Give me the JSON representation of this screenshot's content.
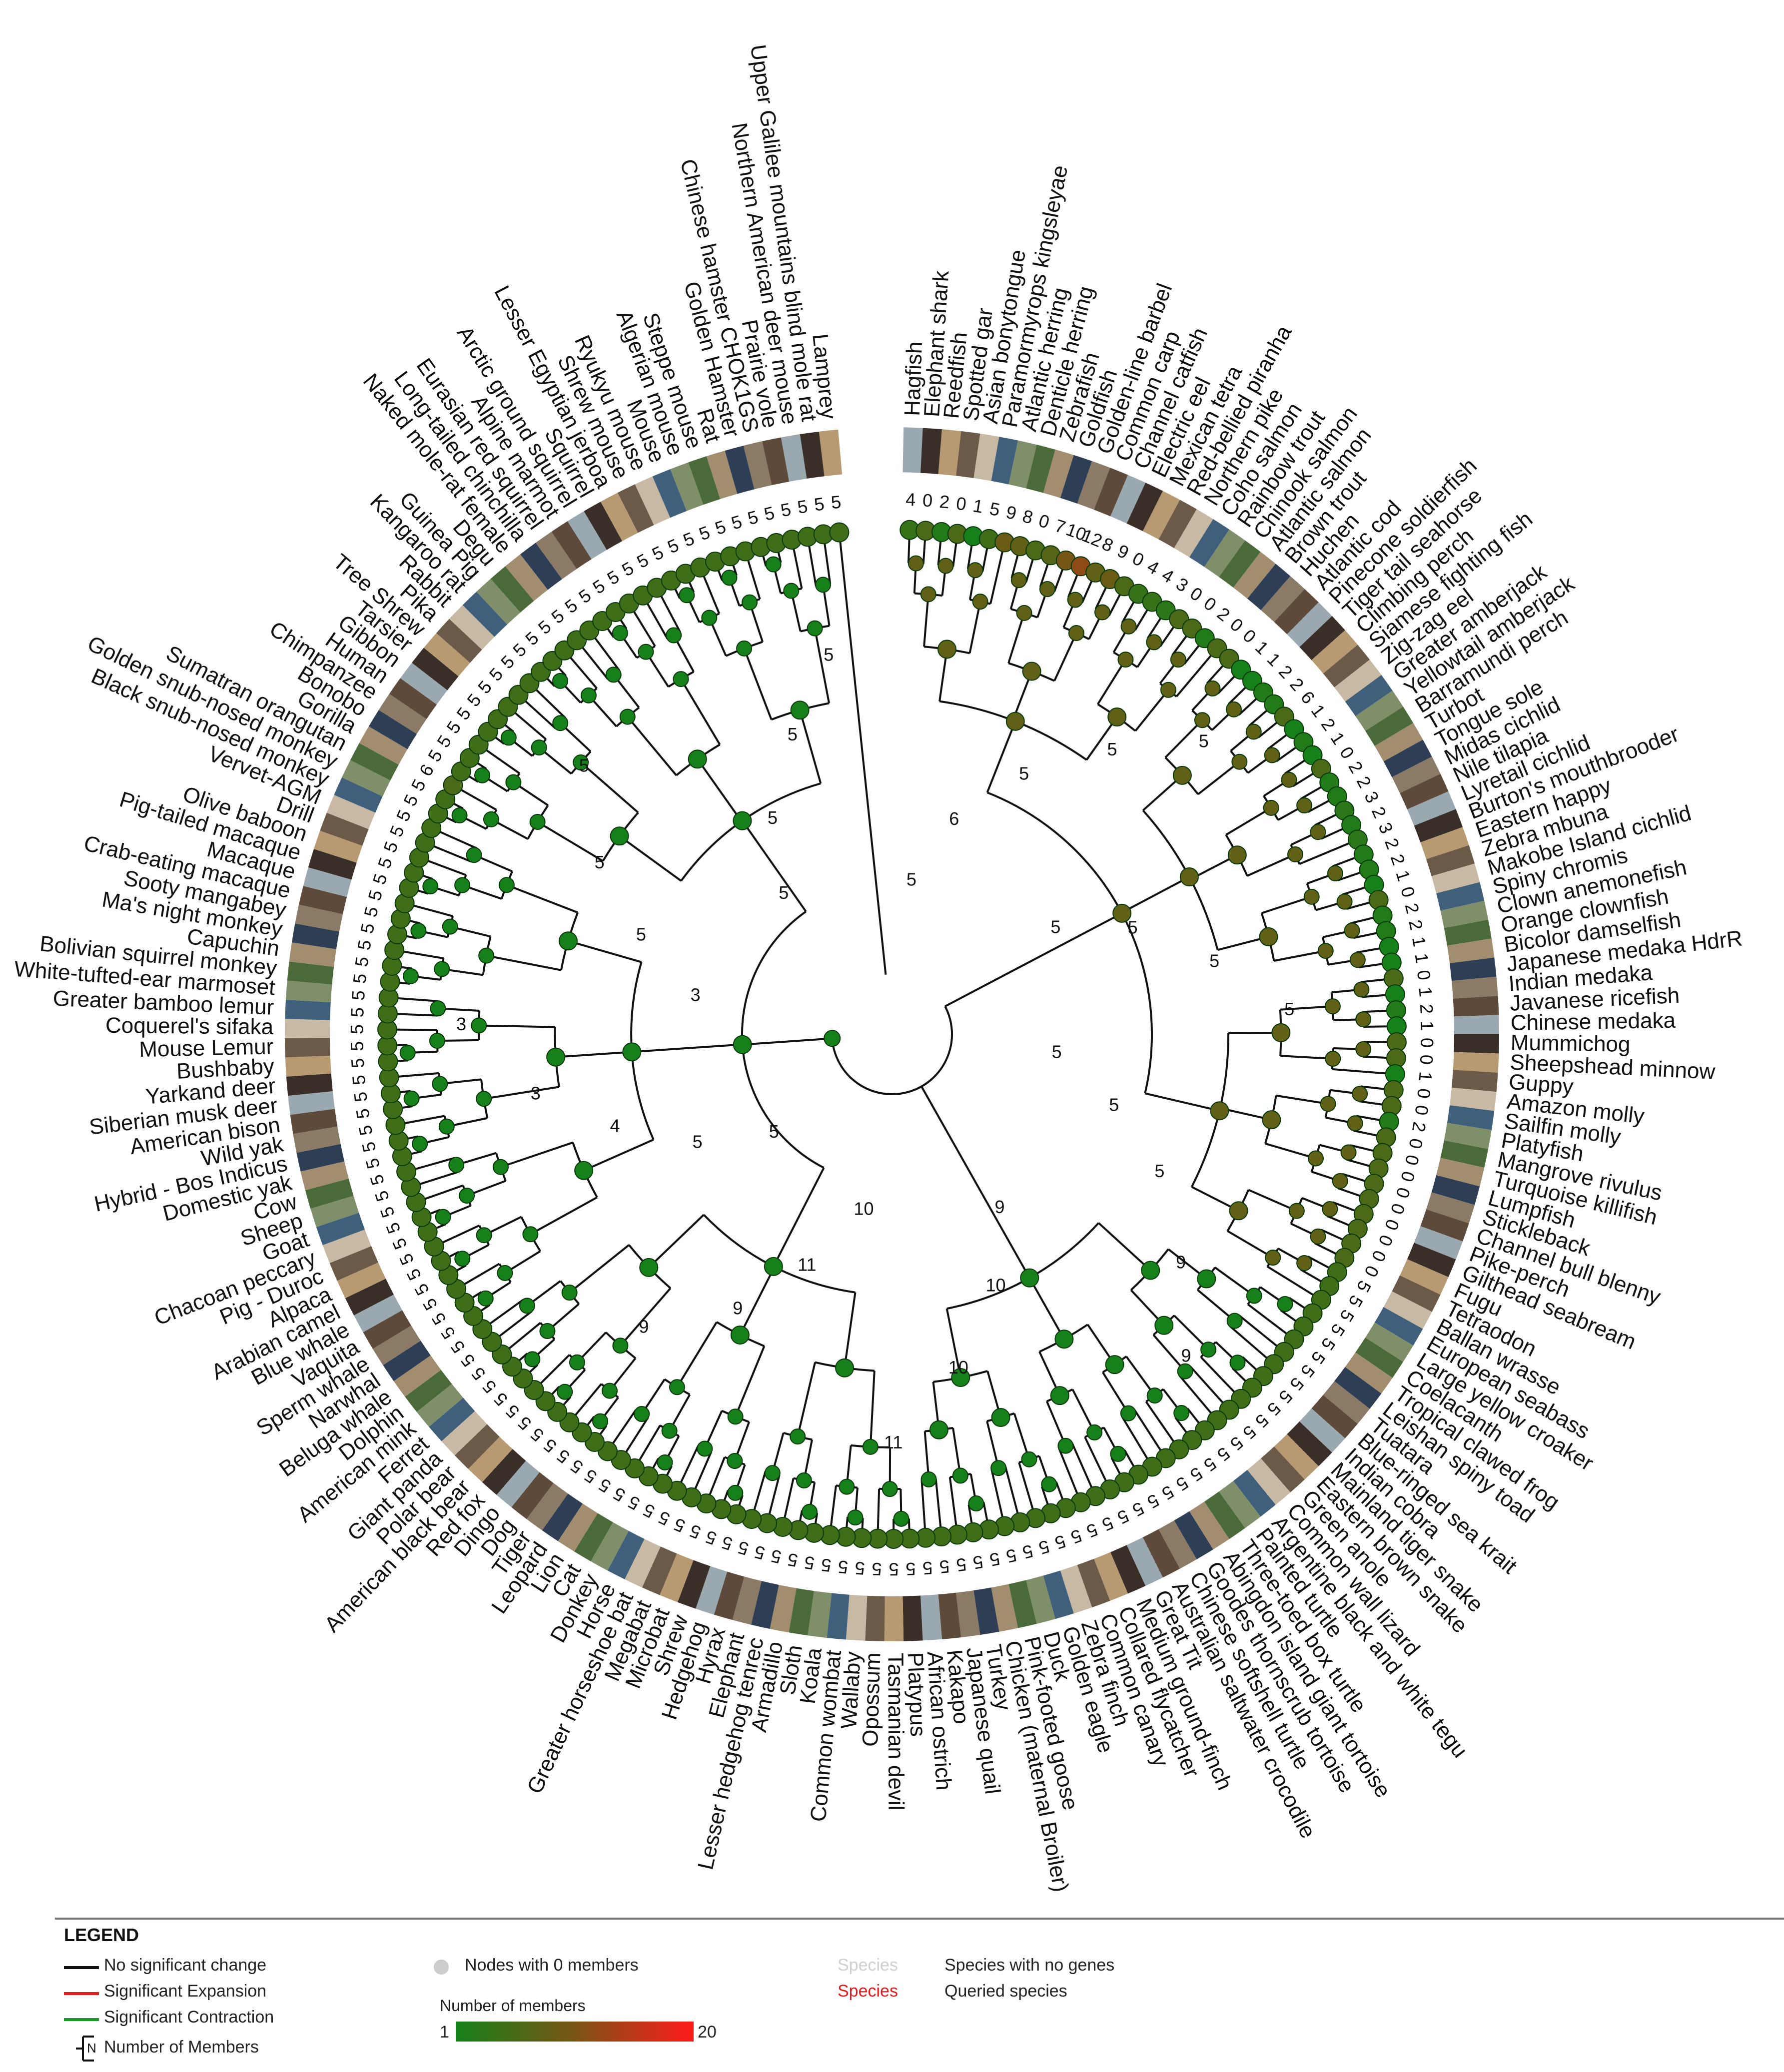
{
  "legend": {
    "title": "LEGEND",
    "no_change": "No significant change",
    "expansion": "Significant Expansion",
    "contraction": "Significant Contraction",
    "number_of_members": "Number of Members",
    "number_of_members_symbol": "N",
    "nodes_zero": "Nodes with 0 members",
    "members_scale_title": "Number of members",
    "scale_min": "1",
    "scale_max": "20",
    "species_word_grey": "Species",
    "species_no_genes": "Species with no genes",
    "species_word_red": "Species",
    "queried_species": "Queried species",
    "colors": {
      "no_change": "#111111",
      "expansion": "#e31a1c",
      "contraction": "#1a9a2a",
      "low": "#16801a",
      "mid": "#7a5414",
      "high": "#ff1a1a",
      "zero": "#cccccc",
      "queried": "#e31a1c"
    }
  },
  "queried_species": "Human",
  "species": [
    "Hagfish",
    "Elephant shark",
    "Reedfish",
    "Spotted gar",
    "Asian bonytongue",
    "Paramormyrops kingsleyae",
    "Atlantic herring",
    "Denticle herring",
    "Zebrafish",
    "Goldfish",
    "Golden-line barbel",
    "Common carp",
    "Channel catfish",
    "Electric eel",
    "Mexican tetra",
    "Red-bellied piranha",
    "Northern pike",
    "Coho salmon",
    "Rainbow trout",
    "Chinook salmon",
    "Atlantic salmon",
    "Brown trout",
    "Huchen",
    "Atlantic cod",
    "Pinecone soldierfish",
    "Tiger tail seahorse",
    "Climbing perch",
    "Siamese fighting fish",
    "Zig-zag eel",
    "Greater amberjack",
    "Yellowtail amberjack",
    "Barramundi perch",
    "Turbot",
    "Tongue sole",
    "Midas cichlid",
    "Nile tilapia",
    "Lyretail cichlid",
    "Burton's mouthbrooder",
    "Eastern happy",
    "Zebra mbuna",
    "Makobe Island cichlid",
    "Spiny chromis",
    "Clown anemonefish",
    "Orange clownfish",
    "Bicolor damselfish",
    "Japanese medaka HdrR",
    "Indian medaka",
    "Javanese ricefish",
    "Chinese medaka",
    "Mummichog",
    "Sheepshead minnow",
    "Guppy",
    "Amazon molly",
    "Sailfin molly",
    "Platyfish",
    "Mangrove rivulus",
    "Turquoise killifish",
    "Lumpfish",
    "Stickleback",
    "Channel bull blenny",
    "Pike-perch",
    "Gilthead seabream",
    "Fugu",
    "Tetraodon",
    "Ballan wrasse",
    "European seabass",
    "Large yellow croaker",
    "Coelacanth",
    "Tropical clawed frog",
    "Leishan spiny toad",
    "Tuatara",
    "Blue-ringed sea krait",
    "Indian cobra",
    "Mainland tiger snake",
    "Eastern brown snake",
    "Green anole",
    "Common wall lizard",
    "Argentine black and white tegu",
    "Painted turtle",
    "Three-toed box turtle",
    "Abingdon island giant tortoise",
    "Goodes thornscrub tortoise",
    "Chinese softshell turtle",
    "Australian saltwater crocodile",
    "Great Tit",
    "Medium ground-finch",
    "Collared flycatcher",
    "Common canary",
    "Zebra finch",
    "Golden eagle",
    "Duck",
    "Pink-footed goose",
    "Chicken (maternal Broiler)",
    "Turkey",
    "Japanese quail",
    "Kakapo",
    "African ostrich",
    "Platypus",
    "Tasmanian devil",
    "Opossum",
    "Wallaby",
    "Common wombat",
    "Koala",
    "Sloth",
    "Armadillo",
    "Lesser hedgehog tenrec",
    "Elephant",
    "Hyrax",
    "Hedgehog",
    "Shrew",
    "Microbat",
    "Megabat",
    "Greater horseshoe bat",
    "Horse",
    "Donkey",
    "Cat",
    "Lion",
    "Leopard",
    "Tiger",
    "Dog",
    "Dingo",
    "Red fox",
    "American black bear",
    "Polar bear",
    "Giant panda",
    "Ferret",
    "American mink",
    "Dolphin",
    "Beluga whale",
    "Narwhal",
    "Sperm whale",
    "Vaquita",
    "Blue whale",
    "Arabian camel",
    "Alpaca",
    "Pig - Duroc",
    "Chacoan peccary",
    "Goat",
    "Sheep",
    "Cow",
    "Domestic yak",
    "Hybrid - Bos Indicus",
    "Wild yak",
    "American bison",
    "Siberian musk deer",
    "Yarkand deer",
    "Bushbaby",
    "Mouse Lemur",
    "Coquerel's sifaka",
    "Greater bamboo lemur",
    "White-tufted-ear marmoset",
    "Bolivian squirrel monkey",
    "Capuchin",
    "Ma's night monkey",
    "Sooty mangabey",
    "Crab-eating macaque",
    "Macaque",
    "Pig-tailed macaque",
    "Olive baboon",
    "Drill",
    "Vervet-AGM",
    "Black snub-nosed monkey",
    "Golden snub-nosed monkey",
    "Sumatran orangutan",
    "Gorilla",
    "Bonobo",
    "Chimpanzee",
    "Human",
    "Gibbon",
    "Tarsier",
    "Tree Shrew",
    "Pika",
    "Rabbit",
    "Kangaroo rat",
    "Guinea Pig",
    "Degu",
    "Naked mole-rat female",
    "Long-tailed chinchilla",
    "Eurasian red squirrel",
    "Alpine marmot",
    "Arctic ground squirrel",
    "Squirrel",
    "Lesser Egyptian jerboa",
    "Shrew mouse",
    "Ryukyu mouse",
    "Mouse",
    "Algerian mouse",
    "Steppe mouse",
    "Rat",
    "Golden Hamster",
    "Chinese hamster CHOK1GS",
    "Prairie vole",
    "Northern American deer mouse",
    "Upper Galilee mountains blind mole rat",
    "Lamprey"
  ],
  "tip_counts": [
    "4",
    "0",
    "2",
    "0",
    "1",
    "5",
    "9",
    "8",
    "0",
    "7",
    "10",
    "12",
    "8",
    "9",
    "0",
    "4",
    "4",
    "3",
    "0",
    "0",
    "2",
    "0",
    "0",
    "1",
    "1",
    "2",
    "2",
    "6",
    "1",
    "2",
    "1",
    "0",
    "2",
    "2",
    "3",
    "2",
    "3",
    "2",
    "2",
    "1",
    "0",
    "2",
    "2",
    "1",
    "1",
    "0",
    "1",
    "2",
    "1",
    "0",
    "0",
    "1",
    "0",
    "0",
    "2",
    "0",
    "0",
    "0",
    "0",
    "0",
    "0",
    "0",
    "0",
    "0",
    "5",
    "5",
    "5",
    "5",
    "5",
    "5",
    "5",
    "5",
    "5",
    "5",
    "5",
    "5",
    "5",
    "5",
    "5",
    "5",
    "5",
    "5",
    "5",
    "5",
    "5",
    "5",
    "5",
    "5",
    "5",
    "5",
    "5",
    "5",
    "5",
    "5",
    "5",
    "5",
    "5",
    "5",
    "5",
    "5",
    "5",
    "5",
    "5",
    "5",
    "5",
    "5",
    "5",
    "5",
    "5",
    "5",
    "5",
    "5",
    "5",
    "5",
    "5",
    "5",
    "5",
    "5",
    "5",
    "5",
    "5",
    "5",
    "5",
    "5",
    "5",
    "5",
    "5",
    "5",
    "5",
    "5",
    "5",
    "5",
    "5",
    "5",
    "5",
    "5",
    "5",
    "5",
    "5",
    "5",
    "5",
    "5",
    "5",
    "5",
    "5",
    "5",
    "5",
    "5",
    "5",
    "5",
    "5",
    "5",
    "5",
    "5",
    "5",
    "5",
    "5",
    "5",
    "5",
    "5",
    "5",
    "5",
    "5",
    "5",
    "6",
    "5",
    "5",
    "5",
    "5",
    "5",
    "5",
    "5",
    "5",
    "5",
    "5",
    "5",
    "5",
    "5",
    "5",
    "5",
    "5",
    "5",
    "5",
    "5",
    "5",
    "5",
    "5",
    "5",
    "5",
    "5",
    "5",
    "5",
    "5",
    "5",
    "5",
    "5",
    "4"
  ],
  "node_labels": [
    "5",
    "6",
    "5",
    "5",
    "5",
    "5",
    "5",
    "5",
    "5",
    "5",
    "5",
    "5",
    "9",
    "9",
    "9",
    "10",
    "10",
    "11",
    "10",
    "11",
    "9",
    "9",
    "5",
    "5",
    "4",
    "3",
    "3",
    "3",
    "5",
    "5",
    "5",
    "5",
    "5",
    "5",
    "5"
  ]
}
